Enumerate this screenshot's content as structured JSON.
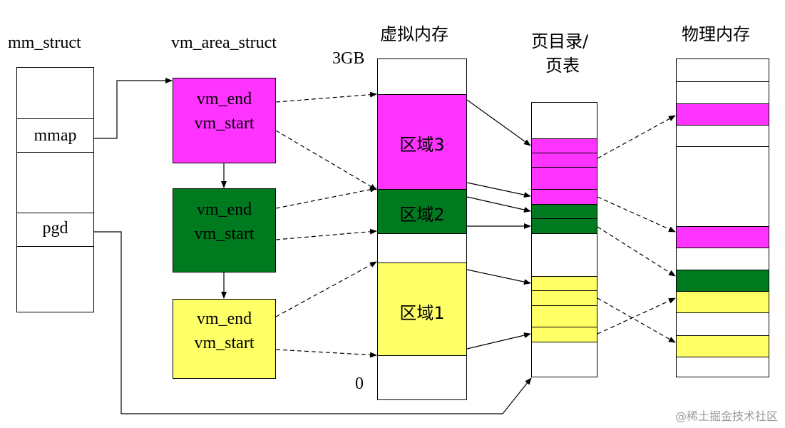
{
  "labels": {
    "mm_struct": "mm_struct",
    "vm_area_struct": "vm_area_struct",
    "virtual_memory": "虚拟内存",
    "page_table_line1": "页目录/",
    "page_table_line2": "页表",
    "physical_memory": "物理内存",
    "addr_top": "3GB",
    "addr_bottom": "0"
  },
  "mm_struct": {
    "mmap": "mmap",
    "pgd": "pgd"
  },
  "vmas": [
    {
      "end": "vm_end",
      "start": "vm_start"
    },
    {
      "end": "vm_end",
      "start": "vm_start"
    },
    {
      "end": "vm_end",
      "start": "vm_start"
    }
  ],
  "regions": {
    "r3": "区域3",
    "r2": "区域2",
    "r1": "区域1"
  },
  "colors": {
    "magenta": "#ff33ff",
    "green": "#007a1f",
    "yellow": "#ffff66"
  },
  "watermark": "@稀土掘金技术社区"
}
